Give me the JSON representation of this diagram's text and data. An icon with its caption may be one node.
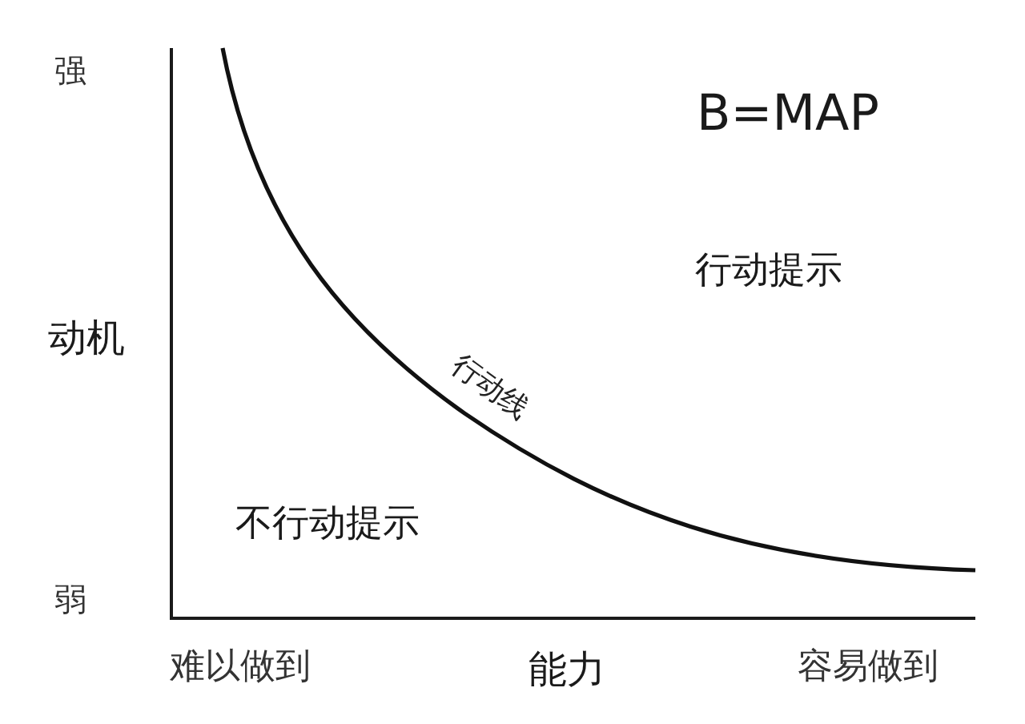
{
  "diagram": {
    "labels": [
      "强",
      "B=MAP",
      "行动提示",
      "动机",
      "行动线",
      "不行动提示",
      "弱",
      "难以做到",
      "能力",
      "容易做到"
    ]
  }
}
